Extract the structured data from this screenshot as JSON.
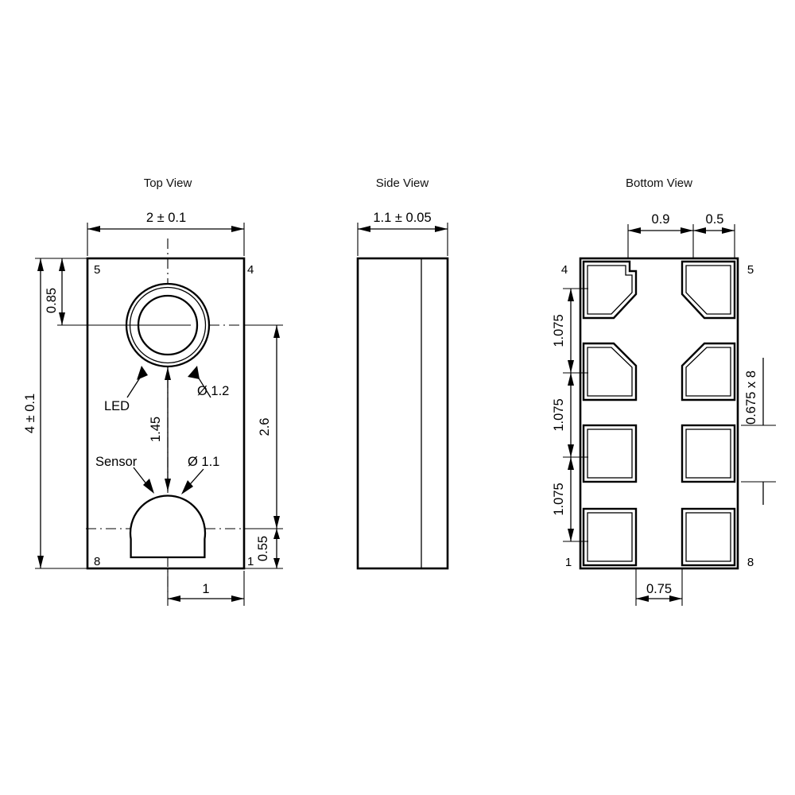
{
  "drawing": {
    "kind": "mechanical-package-outline",
    "units": "mm",
    "views": [
      {
        "id": "top",
        "title": "Top View"
      },
      {
        "id": "side",
        "title": "Side View"
      },
      {
        "id": "bottom",
        "title": "Bottom View"
      }
    ]
  },
  "top_view": {
    "title": "Top View",
    "width_dim": "2 ± 0.1",
    "height_dim": "4 ± 0.1",
    "led_offset_dim": "0.85",
    "sensor_group_dim": "2.6",
    "bottom_offset_dim": "0.55",
    "pitch_dim": "1.45",
    "sensor_x_dim": "1",
    "led_label": "LED",
    "led_diameter": "Ø 1.2",
    "sensor_label": "Sensor",
    "sensor_diameter": "Ø 1.1",
    "pin_top_left": "5",
    "pin_top_right": "4",
    "pin_bottom_left": "8",
    "pin_bottom_right": "1"
  },
  "side_view": {
    "title": "Side View",
    "thickness_dim": "1.1 ± 0.05"
  },
  "bottom_view": {
    "title": "Bottom View",
    "pad_width_dim": "0.9",
    "edge_gap_dim": "0.5",
    "pad_pitch_dims": [
      "1.075",
      "1.075",
      "1.075"
    ],
    "pad_height_dim": "0.675 x 8",
    "center_gap_dim": "0.75",
    "pin_top_left": "4",
    "pin_top_right": "5",
    "pin_bottom_left": "1",
    "pin_bottom_right": "8"
  },
  "colors": {
    "background": "#ffffff",
    "line": "#000000",
    "fill": "#ffffff"
  }
}
